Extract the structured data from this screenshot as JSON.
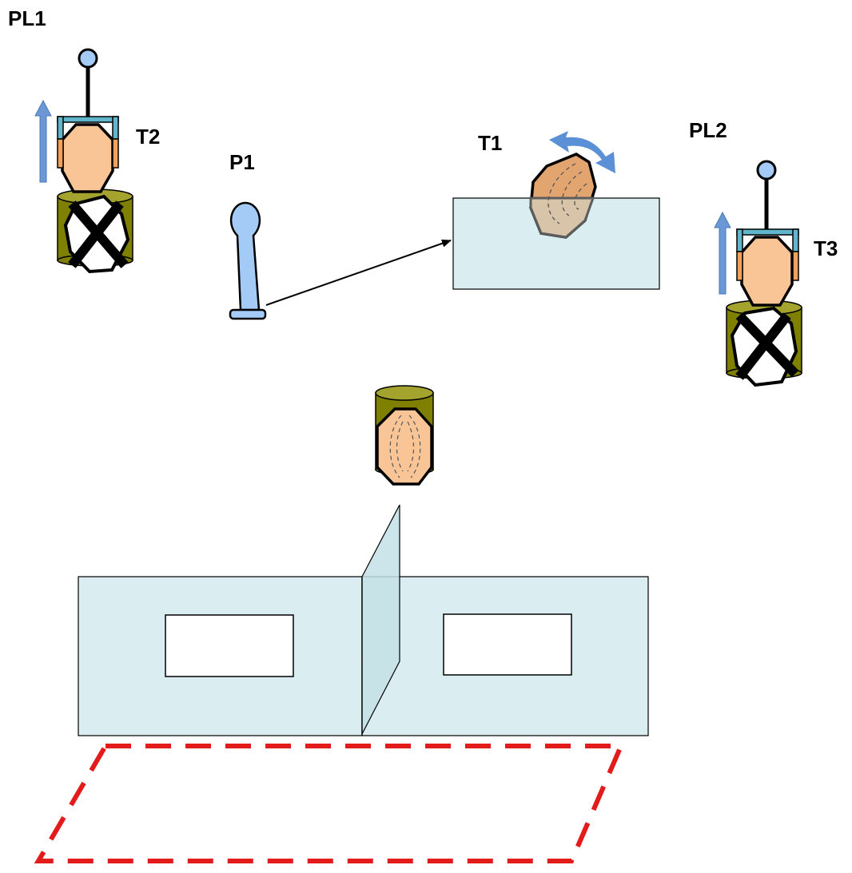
{
  "labels": {
    "pl1": "PL1",
    "pl2": "PL2",
    "t1": "T1",
    "t2": "T2",
    "t3": "T3",
    "p1": "P1"
  },
  "colors": {
    "panel_fill": "#daedf0",
    "head_fill": "#f9c597",
    "pot_olive": "#7f7f00",
    "pot_rim": "#a4a32e",
    "lever_blue": "#a3cbf5",
    "arrow_blue": "#6b98d4",
    "rotate_blue": "#5b8fd6",
    "guide_red": "#e31b1b"
  }
}
